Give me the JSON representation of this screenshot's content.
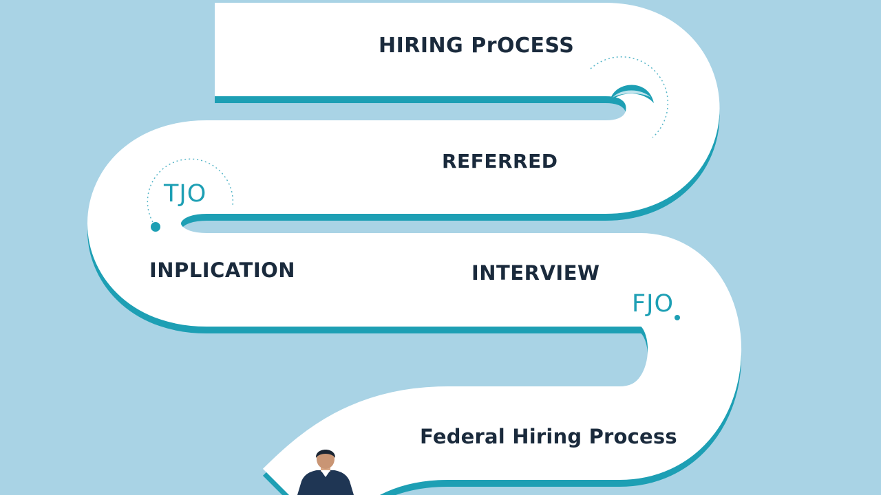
{
  "diagram": {
    "title": "HIRING PrOCESS",
    "steps": [
      {
        "label": "REFERRED"
      },
      {
        "label": "INPLICATION"
      },
      {
        "label": "INTERVIEW"
      }
    ],
    "tags": [
      {
        "label": "TJO"
      },
      {
        "label": "FJO"
      }
    ],
    "footer": "Federal Hiring Process"
  },
  "colors": {
    "background": "#a9d3e5",
    "road": "#ffffff",
    "road_edge": "#1d9fb4",
    "text": "#1a2a3c",
    "figure_suit": "#1f3654"
  }
}
